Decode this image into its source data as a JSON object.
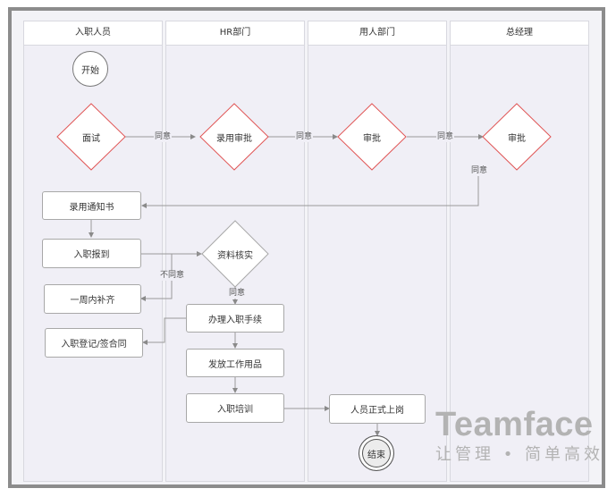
{
  "lanes": [
    "入职人员",
    "HR部门",
    "用人部门",
    "总经理"
  ],
  "nodes": {
    "start": "开始",
    "interview": "面试",
    "hr_approve": "录用审批",
    "dept_approve": "审批",
    "gm_approve": "审批",
    "offer": "录用通知书",
    "report": "入职报到",
    "verify": "资料核实",
    "supplement": "一周内补齐",
    "onboard_proc": "办理入职手续",
    "register": "入职登记/签合同",
    "supplies": "发放工作用品",
    "training": "入职培训",
    "formal": "人员正式上岗",
    "end": "结束"
  },
  "edge_labels": {
    "agree": "同意",
    "disagree": "不同意"
  },
  "brand": {
    "name": "Teamface",
    "slogan": "让管理 • 简单高效"
  },
  "colors": {
    "diamond_border": "#e05555",
    "diamond_border_neutral": "#a8a8a8",
    "line": "#9a9a9a",
    "brand": "#b3b3b3"
  }
}
